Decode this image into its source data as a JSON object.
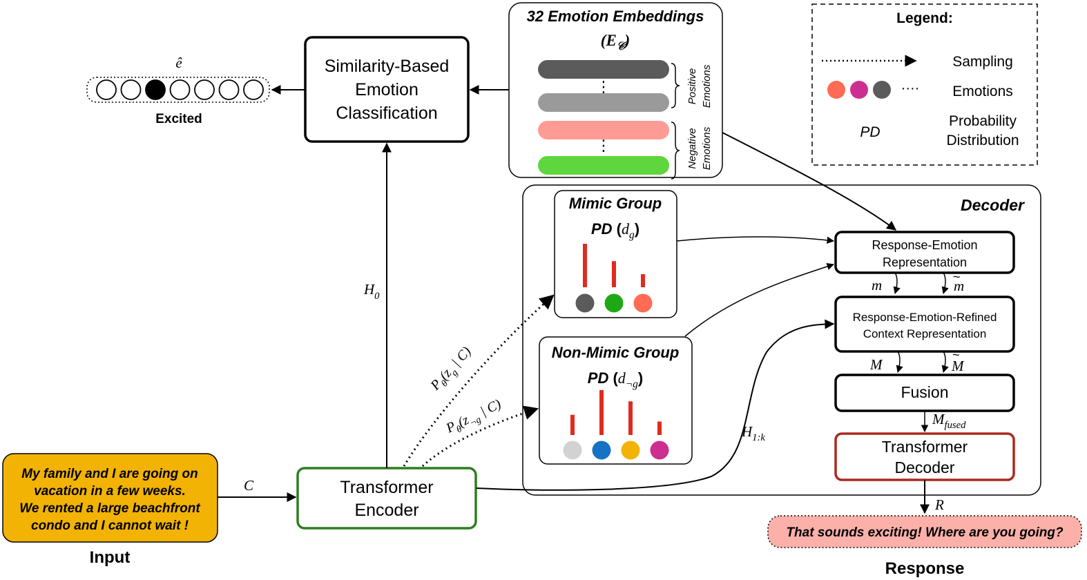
{
  "input": {
    "lines": [
      "My family and I are going on",
      "vacation in a few weeks.",
      "We rented a large beachfront",
      "condo and I cannot wait !"
    ],
    "label": "Input",
    "box_color": "#f2b305"
  },
  "encoder": {
    "lines": [
      "Transformer",
      "Encoder"
    ],
    "border_color": "#2e7d20"
  },
  "classifier": {
    "lines": [
      "Similarity-Based",
      "Emotion",
      "Classification"
    ]
  },
  "prediction": {
    "symbol": "ê",
    "label": "Excited",
    "num_slots": 7,
    "selected_index": 2
  },
  "embeddings": {
    "title": "32 Emotion Embeddings",
    "symbol_base": "(E",
    "symbol_sub": "𝒞",
    "symbol_close": ")",
    "positive_label": [
      "Positive",
      "Emotions"
    ],
    "negative_label": [
      "Negative",
      "Emotions"
    ],
    "bar_colors": [
      "#5b5b5b",
      "#9a9a9a",
      "#ff9b95",
      "#5ed63e"
    ]
  },
  "legend": {
    "title": "Legend:",
    "sampling": "Sampling",
    "emotions": "Emotions",
    "pd_symbol": "PD",
    "pd_text": [
      "Probability",
      "Distribution"
    ],
    "dot_colors": [
      "#ff6b55",
      "#cc2f8f",
      "#5b5b5b"
    ]
  },
  "decoder": {
    "label": "Decoder",
    "mimic_title": "Mimic Group",
    "mimic_pd": "PD",
    "mimic_var": "d",
    "mimic_sub": "g",
    "nonmimic_title": "Non-Mimic Group",
    "nonmimic_pd": "PD",
    "nonmimic_var": "d",
    "nonmimic_sub": "¬g",
    "mimic_bars": [
      {
        "value": 1.0,
        "color": "#5b5b5b"
      },
      {
        "value": 0.6,
        "color": "#1fa816"
      },
      {
        "value": 0.3,
        "color": "#ff6b55"
      }
    ],
    "nonmimic_bars": [
      {
        "value": 0.45,
        "color": "#d2d2d2"
      },
      {
        "value": 1.0,
        "color": "#1673c4"
      },
      {
        "value": 0.75,
        "color": "#f2b305"
      },
      {
        "value": 0.3,
        "color": "#cc2f8f"
      }
    ],
    "rer_lines": [
      "Response-Emotion",
      "Representation"
    ],
    "rercr_lines": [
      "Response-Emotion-Refined",
      "Context Representation"
    ],
    "fusion": "Fusion",
    "tdec_lines": [
      "Transformer",
      "Decoder"
    ],
    "tdec_border": "#a82a1e",
    "bar_color": "#e02b1e"
  },
  "symbols": {
    "C": "C",
    "H0_base": "H",
    "H0_sub": "0",
    "H1k_base": "H",
    "H1k_sub": "1:k",
    "m": "m",
    "m_tilde": "m",
    "M": "M",
    "M_tilde": "M",
    "Mfused_base": "M",
    "Mfused_sub": "fused",
    "R": "R",
    "p_mimic": "P",
    "p_mimic_sub": "θ",
    "p_mimic_rest": "(z",
    "p_mimic_zsub": "g",
    "p_mimic_tail": " | C)",
    "p_non": "P",
    "p_non_sub": "θ",
    "p_non_rest": "(z",
    "p_non_zsub": "¬g",
    "p_non_tail": " | C)"
  },
  "response": {
    "text": "That sounds exciting! Where are you going?",
    "label": "Response",
    "box_color": "#fbb0aa"
  }
}
